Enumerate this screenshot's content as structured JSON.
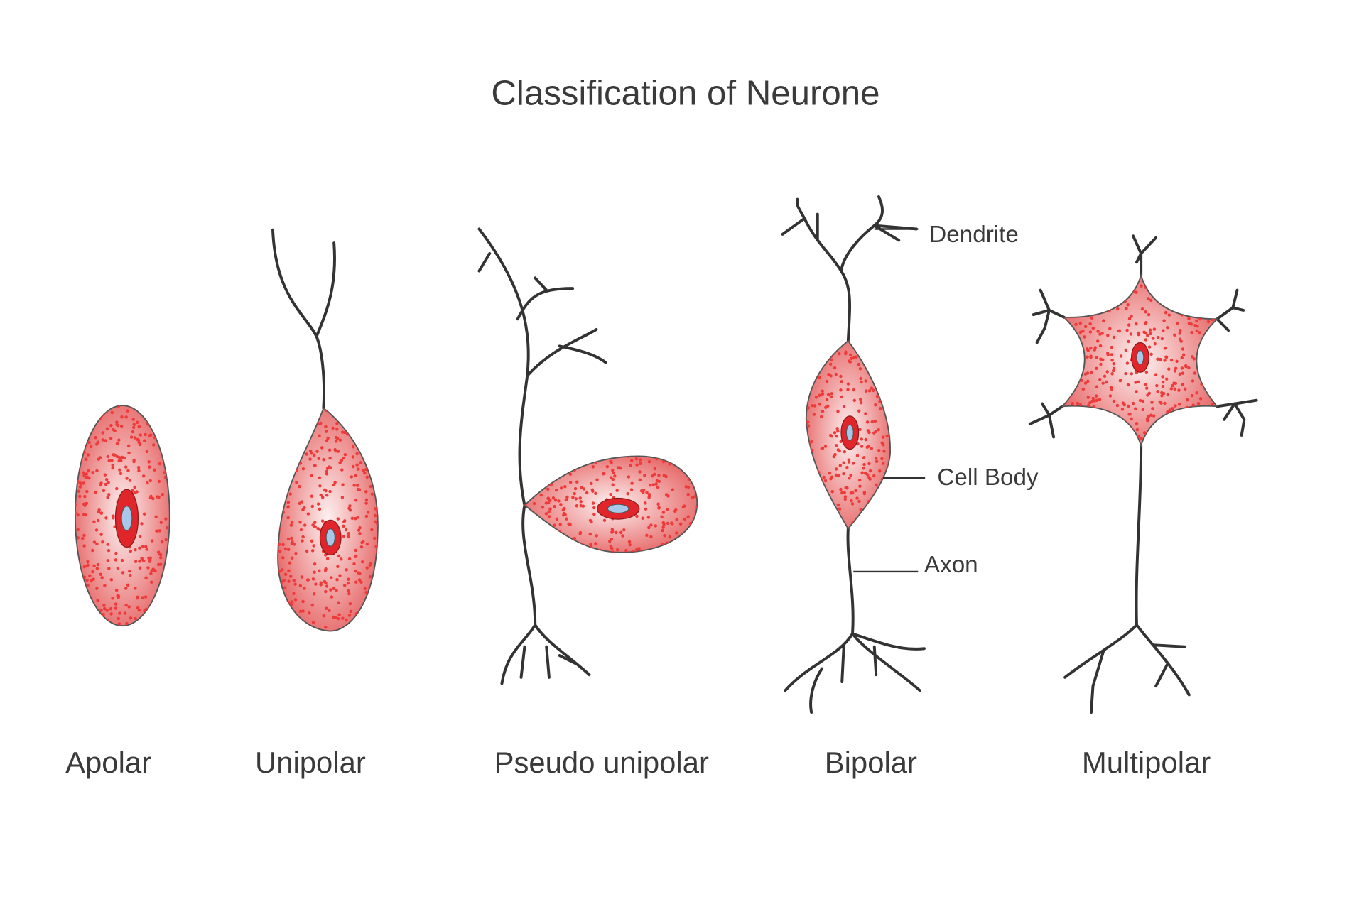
{
  "title": "Classification of Neurone",
  "neurons": [
    {
      "label": "Apolar"
    },
    {
      "label": "Unipolar"
    },
    {
      "label": "Pseudo unipolar"
    },
    {
      "label": "Bipolar"
    },
    {
      "label": "Multipolar"
    }
  ],
  "annotations": {
    "dendrite": "Dendrite",
    "cell_body": "Cell Body",
    "axon": "Axon"
  },
  "colors": {
    "cell_center": "#fbe6e6",
    "cell_edge": "#e76a6a",
    "granule": "#ee3a3a",
    "nucleus": "#e0262b",
    "nucleolus": "#a8c8ea",
    "process": "#333333"
  }
}
